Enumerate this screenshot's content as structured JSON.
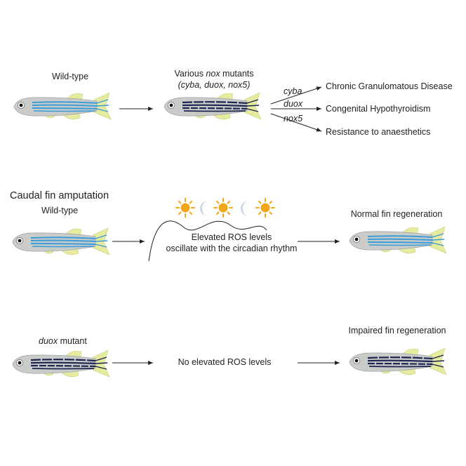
{
  "top": {
    "wild_type_label": "Wild-type",
    "mutants_label_pre": "Various ",
    "mutants_label_italic": "nox",
    "mutants_label_post": " mutants",
    "mutants_sublabel": "(cyba, duox, nox5)",
    "branches": [
      {
        "gene": "cyba",
        "outcome": "Chronic Granulomatous Disease"
      },
      {
        "gene": "duox",
        "outcome": "Congenital Hypothyroidism"
      },
      {
        "gene": "nox5",
        "outcome": "Resistance to anaesthetics"
      }
    ]
  },
  "middle": {
    "section_title": "Caudal fin amputation",
    "wild_type_label": "Wild-type",
    "ros_line1": "Elevated ROS levels",
    "ros_line2": "oscillate with the circadian rhythm",
    "result_label": "Normal fin regeneration",
    "sun_color": "#f2a71b",
    "moon_color": "#c9d6ea"
  },
  "bottom": {
    "mutant_label_italic": "duox",
    "mutant_label_post": " mutant",
    "ros_label": "No elevated ROS levels",
    "result_label": "Impaired fin regeneration"
  },
  "colors": {
    "fish_body": "#c9ccc9",
    "wild_stripe": "#3a9bd9",
    "mutant_stripe": "#1e2450",
    "fin": "#e6eba0",
    "arrow": "#222222"
  }
}
